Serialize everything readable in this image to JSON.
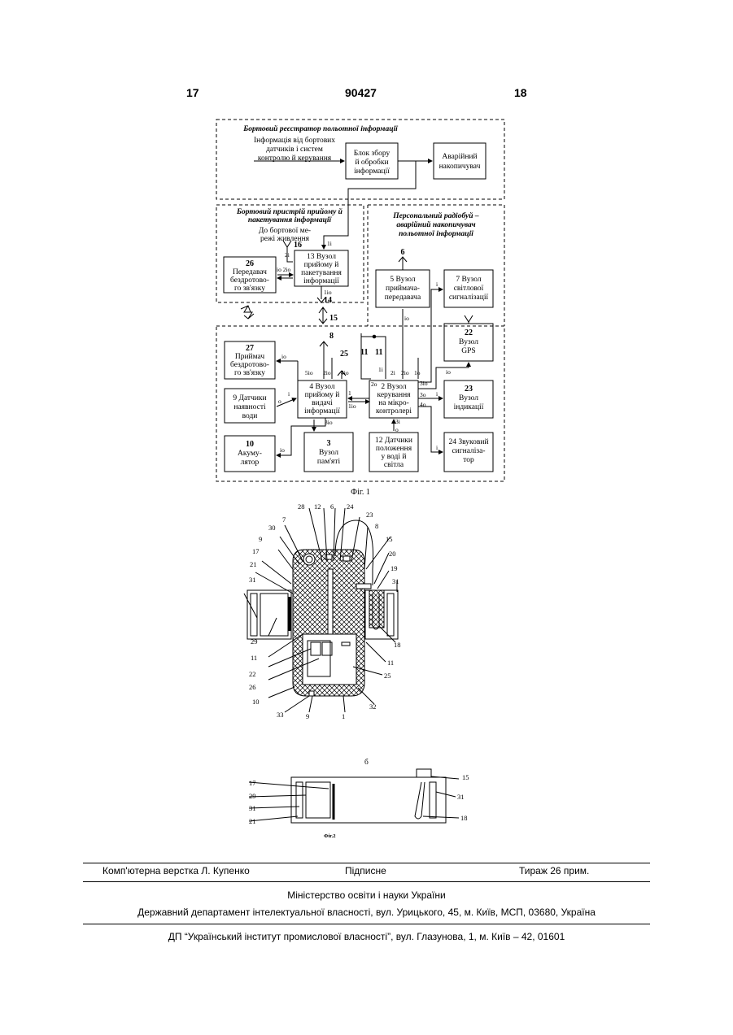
{
  "header": {
    "page_left": "17",
    "patent_no": "90427",
    "page_right": "18"
  },
  "fig1": {
    "caption": "Фіг. 1",
    "recorder_title": "Бортовий реєстратор польотної інформації",
    "sensor_info": [
      "Інформація від бортових",
      "датчиків і систем",
      "контролю й керування"
    ],
    "collect_block": [
      "Блок збору",
      "й обробки",
      "інформації"
    ],
    "emergency_storage": [
      "Аварійний",
      "накопичувач"
    ],
    "onboard_title": [
      "Бортовий пристрій прийому й",
      "пакетування інформації"
    ],
    "power_net": [
      "До бортової ме-",
      "режі живлення"
    ],
    "radiobuoy_title": [
      "Персональний радіобуй –",
      "аварійний накопичувач",
      "польотної інформації"
    ],
    "b26": [
      "26",
      "Передавач",
      "бездротово-",
      "го зв'язку"
    ],
    "b13": [
      "13  Вузол",
      "прийому й",
      "пакетування",
      "інформації"
    ],
    "b5": [
      "5  Вузол",
      "приймача-",
      "передавача"
    ],
    "b7": [
      "7  Вузол",
      "світлової",
      "сигналізації"
    ],
    "b22": [
      "22",
      "Вузол",
      "GPS"
    ],
    "b27": [
      "27",
      "Приймач",
      "бездротово-",
      "го зв'язку"
    ],
    "b4": [
      "4  Вузол",
      "прийому й",
      "видачі",
      "інформації"
    ],
    "b2": [
      "2  Вузол",
      "керування",
      "на мікро-",
      "контролері"
    ],
    "b23": [
      "23",
      "Вузол",
      "індикації"
    ],
    "b9": [
      "9  Датчики",
      "наявності",
      "води"
    ],
    "b10": [
      "10",
      "Акуму-",
      "лятор"
    ],
    "b3": [
      "3",
      "Вузол",
      "пам'яті"
    ],
    "b12": [
      "12 Датчики",
      "положення",
      "у воді й",
      "світла"
    ],
    "b24": [
      "24 Звуковий",
      "сигналіза-",
      "тор"
    ],
    "nums": {
      "n16": "16",
      "n14": "14",
      "n15": "15",
      "n6": "6",
      "n8": "8",
      "n25": "25",
      "n11a": "11",
      "n11b": "11"
    },
    "sig": {
      "s1i": "1i",
      "s2i": "2i",
      "sio2io": "io 2io",
      "s1io": "1io",
      "sio": "io",
      "s5io": "5io",
      "s2io": "2io",
      "s4io": "4io",
      "si": "i",
      "so": "o",
      "s1": "1",
      "s3io": "3io",
      "s3i": "3i",
      "s2o": "2o",
      "s3o": "3o",
      "s4o": "4o",
      "s1o": "1o"
    }
  },
  "fig2": {
    "caption": "Фіг.2",
    "sub_b": "б",
    "labels_top": [
      "28",
      "12",
      "6",
      "24",
      "23",
      "8"
    ],
    "labels_left": [
      "7",
      "30",
      "9",
      "17",
      "21",
      "31",
      "29",
      "11",
      "22",
      "26",
      "10",
      "33"
    ],
    "labels_right": [
      "15",
      "20",
      "19",
      "31",
      "18",
      "11",
      "25",
      "32"
    ],
    "labels_bottom": [
      "9",
      "1"
    ],
    "b_left": [
      "17",
      "29",
      "31",
      "21"
    ],
    "b_right": [
      "15",
      "31",
      "18"
    ]
  },
  "footer": {
    "composer": "Комп'ютерна верстка Л. Купенко",
    "signed": "Підписне",
    "circulation": "Тираж 26 прим.",
    "ministry": "Міністерство освіти і науки України",
    "department": "Державний департамент інтелектуальної власності, вул. Урицького, 45, м. Київ, МСП, 03680, Україна",
    "institute": "ДП “Український інститут промислової власності”, вул. Глазунова, 1, м. Київ – 42, 01601"
  }
}
